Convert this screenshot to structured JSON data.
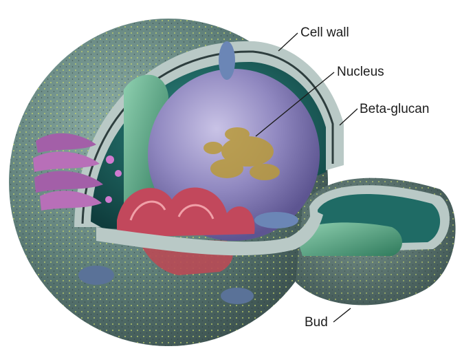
{
  "labels": {
    "cell_wall": "Cell wall",
    "nucleus": "Nucleus",
    "beta_glucan": "Beta-glucan",
    "bud": "Bud"
  },
  "colors": {
    "background": "#ffffff",
    "outer_surface": "#6f8c86",
    "cell_wall_band": "#b9c9c6",
    "nucleus": "#8c86b8",
    "chromatin": "#b99a3a",
    "endoplasmic_reticulum": "#c2485c",
    "golgi": "#a35fa8",
    "vacuole": "#4c9a7a",
    "mitochondria": "#6b86b6",
    "leader_line": "#1c1c1c"
  }
}
